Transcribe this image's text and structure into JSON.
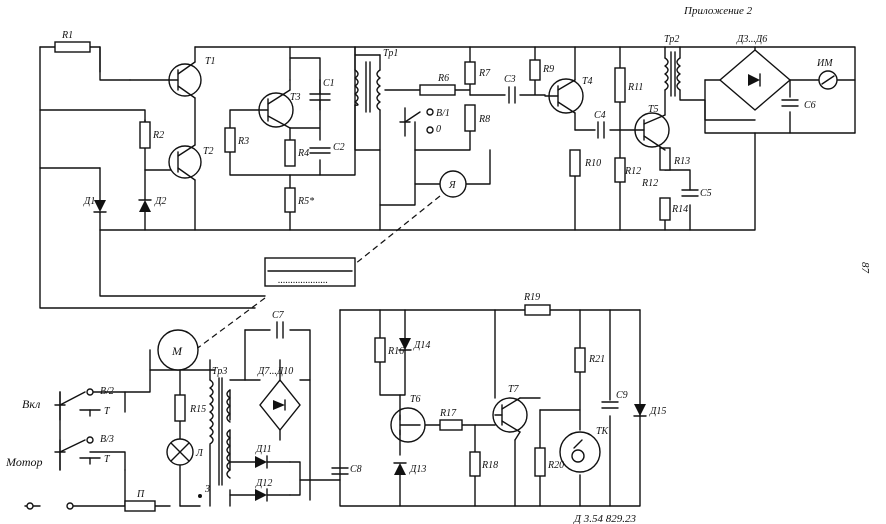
{
  "header": {
    "title": "Приложение 2"
  },
  "footer": {
    "doc_number": "Д 3.54 829.23"
  },
  "side": {
    "page_number": "87"
  },
  "panel": {
    "text": "...................."
  },
  "switch_labels": {
    "vkl": "Вкл",
    "motor": "Мотор",
    "v12": "В/2",
    "v13": "В/3",
    "v11": "В/1",
    "t": "Т",
    "zero": "0"
  },
  "labels": {
    "R1": "R1",
    "R2": "R2",
    "R3": "R3",
    "R4": "R4",
    "R5": "R5*",
    "R6": "R6",
    "R7": "R7",
    "R8": "R8",
    "R9": "R9",
    "R10": "R10",
    "R11": "R11",
    "R12": "R12",
    "R13": "R13",
    "R14": "R14",
    "R15": "R15",
    "R16": "R16",
    "R17": "R17",
    "R18": "R18",
    "R19": "R19",
    "R20": "R20",
    "R21": "R21",
    "R22": "R12",
    "C1": "C1",
    "C2": "C2",
    "C3": "C3",
    "C4": "C4",
    "C5": "C5",
    "C6": "C6",
    "C7": "C7",
    "C8": "C8",
    "C9": "C9",
    "T1": "T1",
    "T2": "T2",
    "T3": "T3",
    "T4": "T4",
    "T5": "T5",
    "T6": "T6",
    "T7": "T7",
    "D1": "Д1",
    "D2": "Д2",
    "D36": "Д3...Д6",
    "D710": "Д7...Д10",
    "D11": "Д11",
    "D12": "Д12",
    "D13": "Д13",
    "D14": "Д14",
    "D15": "Д15",
    "Tr1": "Тр1",
    "Tr2": "Тр2",
    "Tr3": "Тр3",
    "M": "М",
    "Ya": "Я",
    "IM": "ИМ",
    "TK": "ТК",
    "L": "Л",
    "P": "П",
    "N3": "3"
  }
}
